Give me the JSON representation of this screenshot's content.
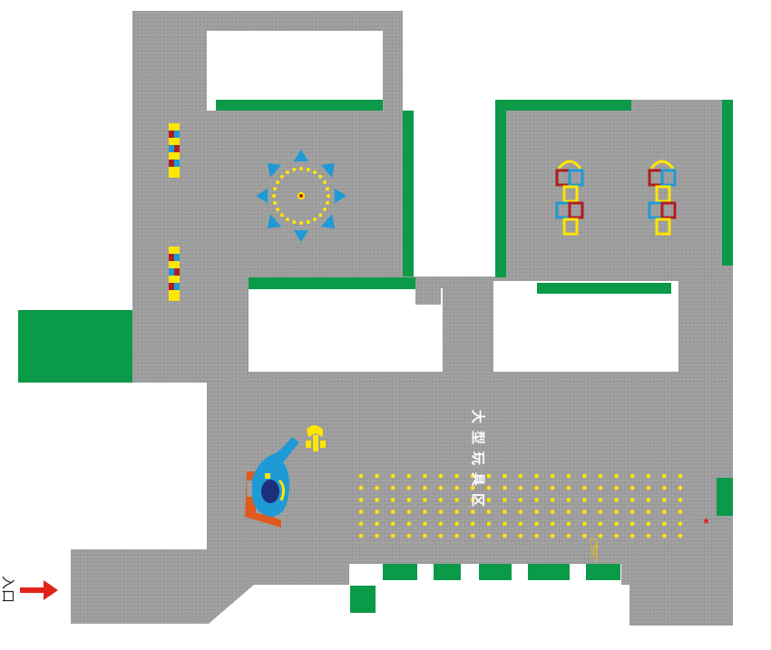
{
  "zone_label": "大型玩具区",
  "entrance_label": "入口",
  "scale_label": "1.5m",
  "colors": {
    "floor": "#9e9e9e",
    "grid": "#8c8c8c",
    "wall": "#0a9a48",
    "yellow": "#ffe600",
    "blue": "#1e9ad6",
    "red": "#b01e23",
    "orange": "#e05a1e",
    "navy": "#1c2f7a",
    "arrow": "#e2231a"
  },
  "icons": [
    "entrance-arrow-icon",
    "marker-star-icon"
  ]
}
